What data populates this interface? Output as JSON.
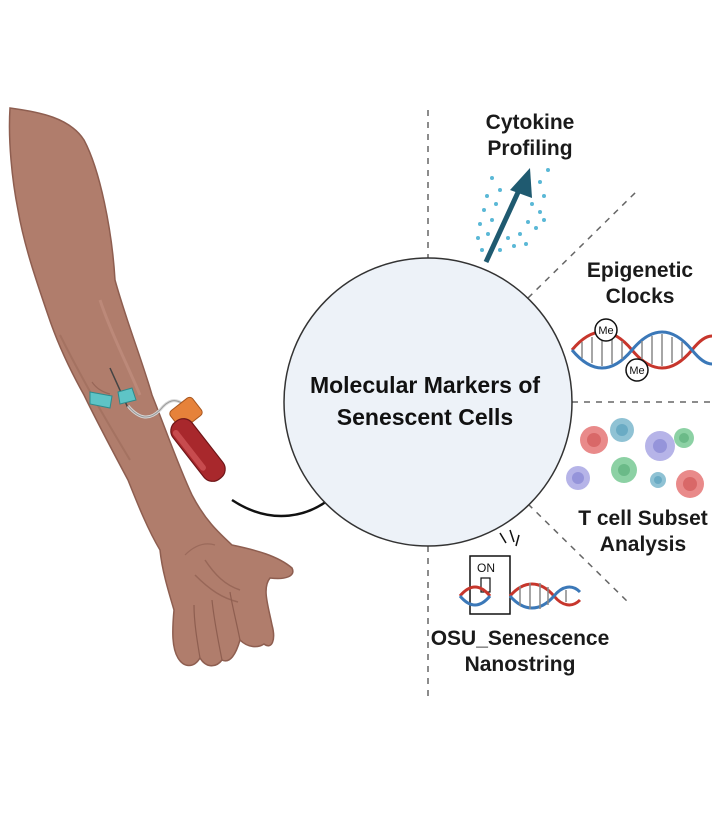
{
  "center": {
    "line1": "Molecular Markers of",
    "line2": "Senescent Cells"
  },
  "labels": {
    "cytokine_1": "Cytokine",
    "cytokine_2": "Profiling",
    "epigenetic_1": "Epigenetic",
    "epigenetic_2": "Clocks",
    "tcell_1": "T cell Subset",
    "tcell_2": "Analysis",
    "osu_1": "OSU_Senescence",
    "osu_2": "Nanostring"
  },
  "annotations": {
    "methyl": "Me",
    "switch": "ON"
  },
  "colors": {
    "skin": "#b07d6c",
    "skin_dark": "#8e5e50",
    "circle_fill": "#edf2f8",
    "arrow": "#1f5a70",
    "blood": "#a8282c",
    "needle": "#5ec4c6",
    "cap": "#e6823a",
    "dna_red": "#c7362c",
    "dna_blue": "#3b78b8",
    "dots": "#5ab8d6"
  }
}
